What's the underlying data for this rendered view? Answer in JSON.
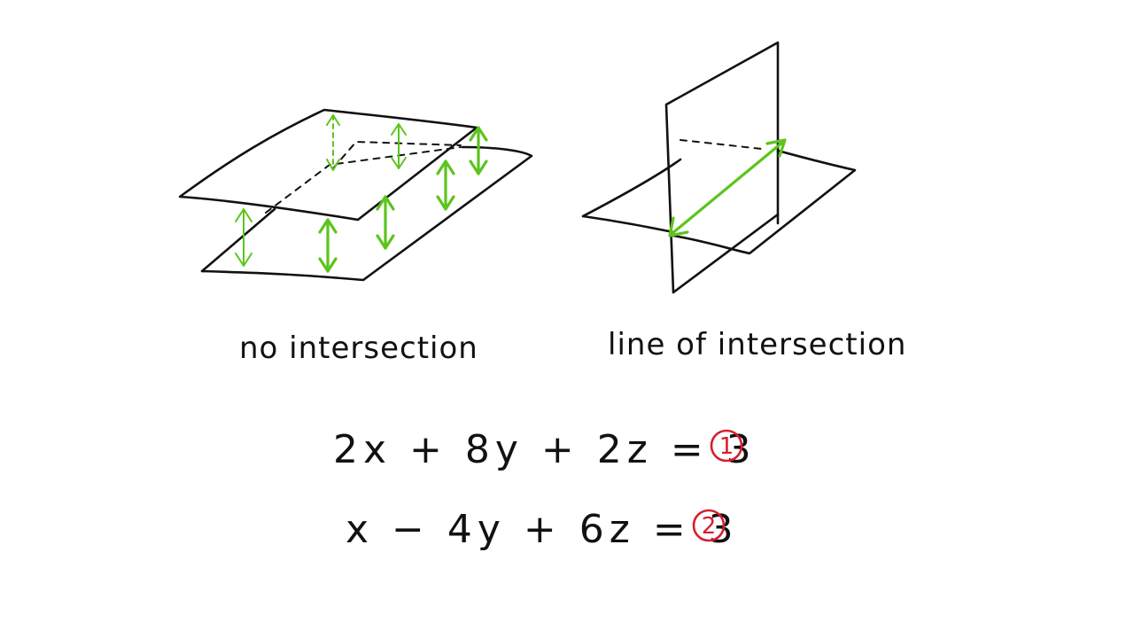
{
  "captions": {
    "left": "no intersection",
    "right": "line of intersection"
  },
  "equations": [
    {
      "text": "2x + 8y + 2z = 3",
      "label": "1"
    },
    {
      "text": "x − 4y + 6z = 3",
      "label": "2"
    }
  ],
  "colors": {
    "ink": "#111111",
    "arrow_green": "#5cc41d",
    "label_red": "#d81e2c"
  }
}
